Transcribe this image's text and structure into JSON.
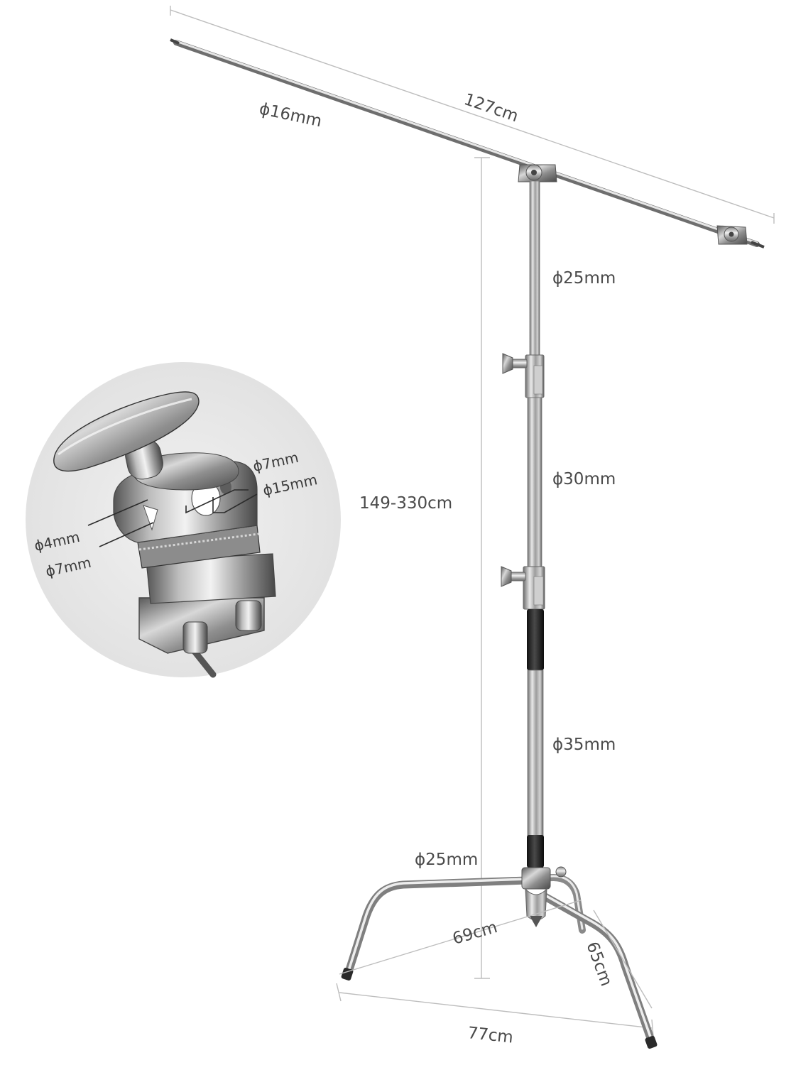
{
  "labels": {
    "arm_length": "127cm",
    "arm_diameter": "ϕ16mm",
    "top_tube": "ϕ25mm",
    "middle_tube": "ϕ30mm",
    "bottom_tube": "ϕ35mm",
    "height_range": "149-330cm",
    "leg_tube": "ϕ25mm",
    "leg_front_span": "69cm",
    "leg_side_span": "65cm",
    "base_width": "77cm"
  },
  "inset": {
    "hole_small": "ϕ7mm",
    "hole_large": "ϕ15mm",
    "slot_small": "ϕ4mm",
    "slot_large": "ϕ7mm"
  }
}
